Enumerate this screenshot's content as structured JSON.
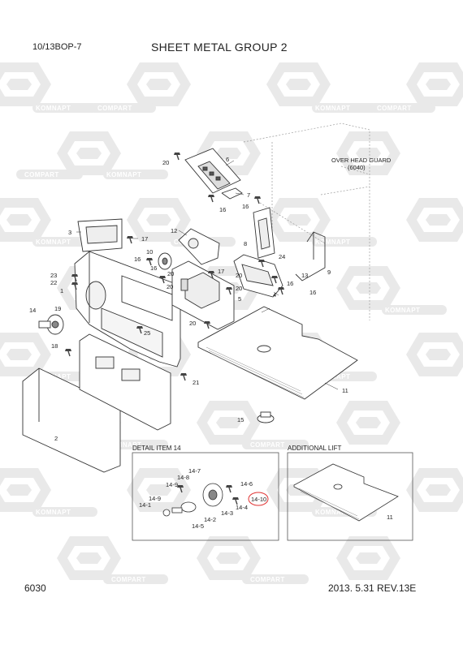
{
  "header": {
    "code": "10/13BOP-7",
    "title": "SHEET METAL GROUP 2"
  },
  "footer": {
    "page": "6030",
    "revision": "2013. 5.31  REV.13E"
  },
  "note": {
    "line1": "OVER HEAD GUARD",
    "line2": "(6040)"
  },
  "detail_box": {
    "title": "DETAIL ITEM 14"
  },
  "lift_box": {
    "title": "ADDITIONAL LIFT"
  },
  "watermark": {
    "a": "KOMNAPT",
    "b": "COMPART"
  },
  "callouts": {
    "c1": "1",
    "c2": "2",
    "c3": "3",
    "c4": "4",
    "c5": "5",
    "c6": "6",
    "c7": "7",
    "c8": "8",
    "c9": "9",
    "c10": "10",
    "c11": "11",
    "c11b": "11",
    "c12": "12",
    "c13": "13",
    "c14": "14",
    "c15": "15",
    "c16a": "16",
    "c16b": "16",
    "c16c": "16",
    "c16d": "16",
    "c16e": "16",
    "c17a": "17",
    "c17b": "17",
    "c18": "18",
    "c19": "19",
    "c20a": "20",
    "c20b": "20",
    "c20c": "20",
    "c20d": "20",
    "c21": "21",
    "c22": "22",
    "c23": "23",
    "c24": "24",
    "c25": "25",
    "d14_7": "14-7",
    "d14_8": "14-8",
    "d14_9a": "14-9",
    "d14_9b": "14-9",
    "d14_1": "14-1",
    "d14_6": "14-6",
    "d14_10": "14-10",
    "d14_4": "14-4",
    "d14_3": "14-3",
    "d14_2": "14-2",
    "d14_5": "14-5"
  },
  "colors": {
    "line": "#333333",
    "watermark": "#e9e9e9",
    "highlight": "#e03030"
  }
}
